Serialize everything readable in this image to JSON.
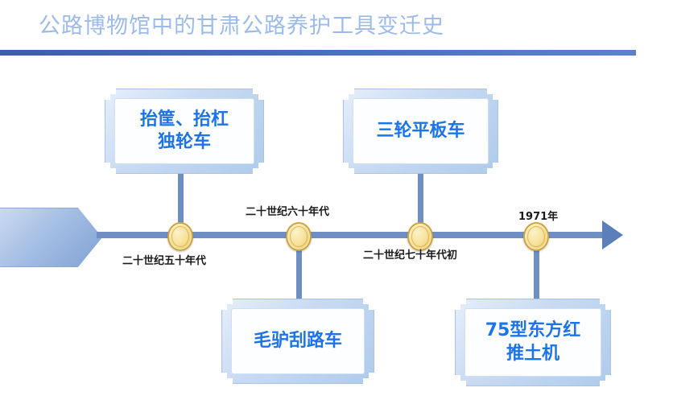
{
  "title": {
    "text": "公路博物馆中的甘肃公路养护工具变迁史",
    "color": "#9dbbe8",
    "rule_color": "#3f63ad"
  },
  "theme": {
    "axis_color": "#6f8fc4",
    "node_color": "#f2dc94",
    "node_border": "#cfa33f",
    "box_fill": "#c9dbf3",
    "box_text_color": "#1d74e8",
    "background": "#ffffff"
  },
  "timeline": {
    "start_marker": "chevron-start",
    "end_marker": "arrow-right",
    "nodes": [
      {
        "id": "node-1",
        "date_label": "二十世纪五十年代",
        "label_position": "below"
      },
      {
        "id": "node-2",
        "date_label": "二十世纪六十年代",
        "label_position": "above"
      },
      {
        "id": "node-3",
        "date_label": "二十世纪七十年代初",
        "label_position": "below"
      },
      {
        "id": "node-4",
        "date_label": "1971年",
        "label_position": "above"
      }
    ]
  },
  "cards": [
    {
      "id": "card-1",
      "label": "抬筐、抬杠\n独轮车",
      "side": "top",
      "node": "node-1"
    },
    {
      "id": "card-2",
      "label": "毛驴刮路车",
      "side": "bottom",
      "node": "node-2"
    },
    {
      "id": "card-3",
      "label": "三轮平板车",
      "side": "top",
      "node": "node-3"
    },
    {
      "id": "card-4",
      "label": "75型东方红\n推土机",
      "side": "bottom",
      "node": "node-4"
    }
  ]
}
